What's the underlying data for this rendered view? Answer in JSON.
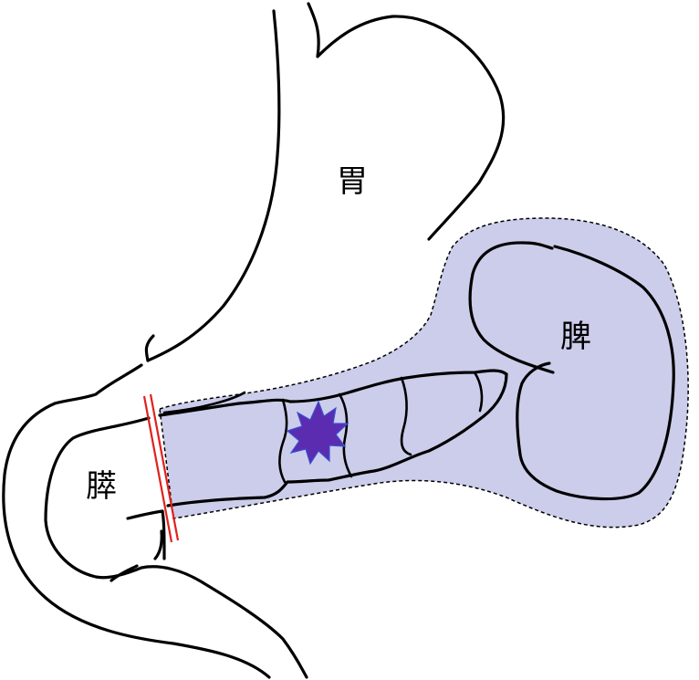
{
  "labels": {
    "stomach": "胃",
    "spleen": "脾",
    "pancreas": "膵"
  },
  "colors": {
    "resection_region_fill": "#cccdeb",
    "resection_region_border": "#000000",
    "tumor": "#5b2bb0",
    "tumor_border": "#3b4fd0",
    "cut_line": "#e0211e",
    "outline": "#000000"
  },
  "icons": {
    "tumor": "starburst-icon",
    "cut_line": "double-line-icon"
  }
}
